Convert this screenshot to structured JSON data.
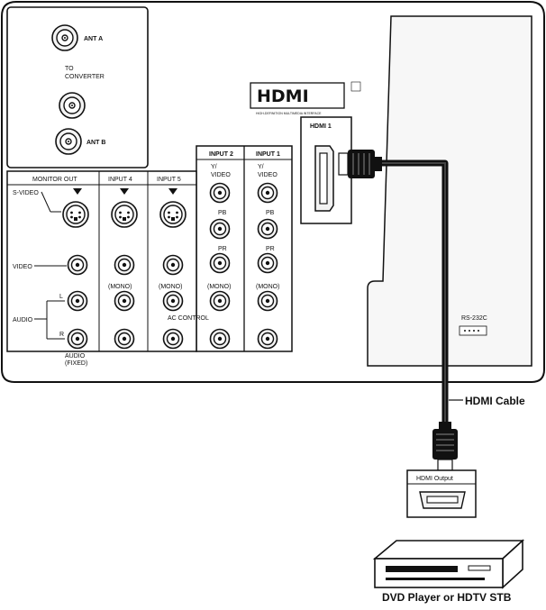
{
  "antenna": {
    "ant_a": "ANT A",
    "to_converter_1": "TO",
    "to_converter_2": "CONVERTER",
    "ant_b": "ANT B"
  },
  "hdmi": {
    "logo": "HDMI",
    "logo_tagline": "HIGH-DEFINITION MULTIMEDIA INTERFACE",
    "port_label": "HDMI 1"
  },
  "panel": {
    "monitor_out": "MONITOR OUT",
    "input4": "INPUT 4",
    "input5": "INPUT 5",
    "input2": "INPUT 2",
    "input1": "INPUT 1",
    "s_video": "S-VIDEO",
    "video": "VIDEO",
    "audio": "AUDIO",
    "y_video_a": "Y/",
    "y_video_b": "VIDEO",
    "pb": "PB",
    "pr": "PR",
    "mono": "(MONO)",
    "l_label": "L",
    "r_label": "R",
    "ac_control": "AC CONTROL",
    "audio_fixed_1": "AUDIO",
    "audio_fixed_2": "(FIXED)",
    "service": "RS-232C"
  },
  "callouts": {
    "hdmi_cable": "HDMI Cable",
    "hdmi_output": "HDMI Output",
    "device": "DVD Player or HDTV STB"
  }
}
